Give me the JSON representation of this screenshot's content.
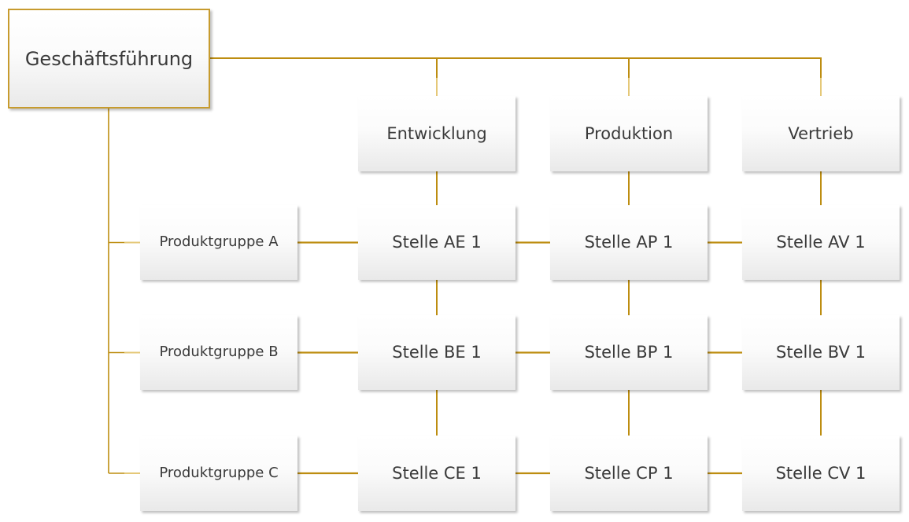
{
  "org_chart": {
    "root": "Geschäftsführung",
    "columns": [
      "Entwicklung",
      "Produktion",
      "Vertrieb"
    ],
    "rows": [
      "Produktgruppe A",
      "Produktgruppe B",
      "Produktgruppe C"
    ],
    "cells": [
      [
        "Stelle AE 1",
        "Stelle AP 1",
        "Stelle AV 1"
      ],
      [
        "Stelle BE 1",
        "Stelle BP 1",
        "Stelle BV 1"
      ],
      [
        "Stelle CE 1",
        "Stelle CP 1",
        "Stelle CV 1"
      ]
    ],
    "colors": {
      "connector_dark": "#BD8D10",
      "connector_light": "#E5C878",
      "root_border": "#C79B2E",
      "text": "#3A3A3A"
    }
  }
}
